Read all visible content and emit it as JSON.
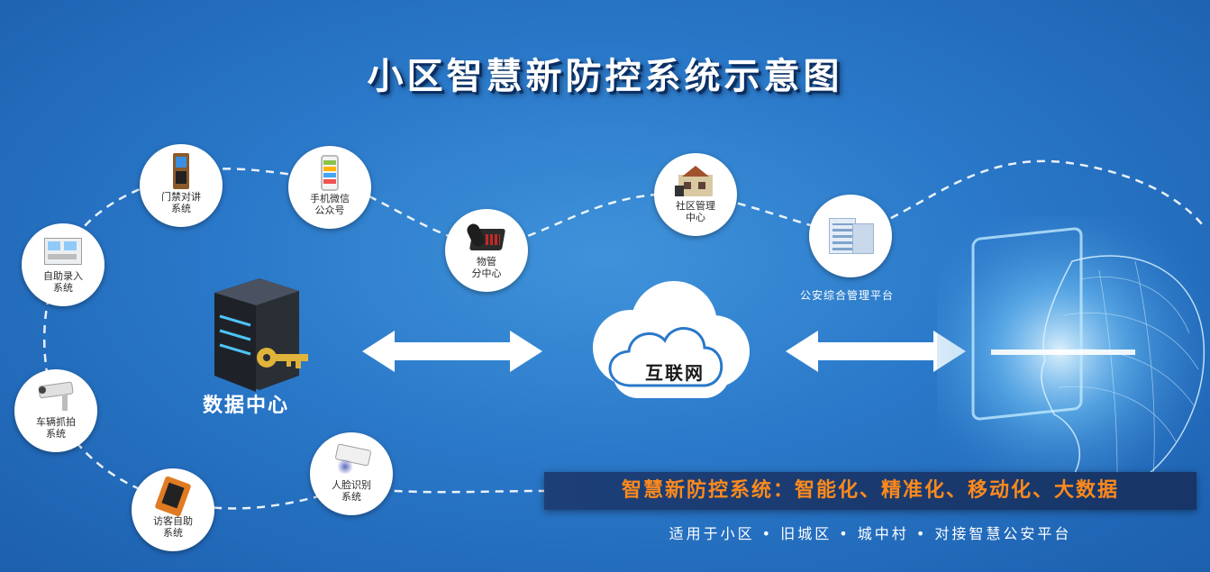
{
  "title": "小区智慧新防控系统示意图",
  "nodes": {
    "menjin": "门禁对讲\n系统",
    "shouji": "手机微信\n公众号",
    "wuguan": "物管\n分中心",
    "shequ": "社区管理\n中心",
    "gongan": "公安综合管理平台",
    "zizhu": "自助录入\n系统",
    "cheliang": "车辆抓拍\n系统",
    "fangke": "访客自助\n系统",
    "renlian": "人脸识别\n系统"
  },
  "data_center": "数据中心",
  "cloud": "互联网",
  "banner": "智慧新防控系统：智能化、精准化、移动化、大数据",
  "subtitle": "适用于小区 • 旧城区 • 城中村 • 对接智慧公安平台",
  "colors": {
    "background": "#2a78c9",
    "banner_bg": "#1d3f78",
    "banner_text": "#ff8a1c"
  }
}
